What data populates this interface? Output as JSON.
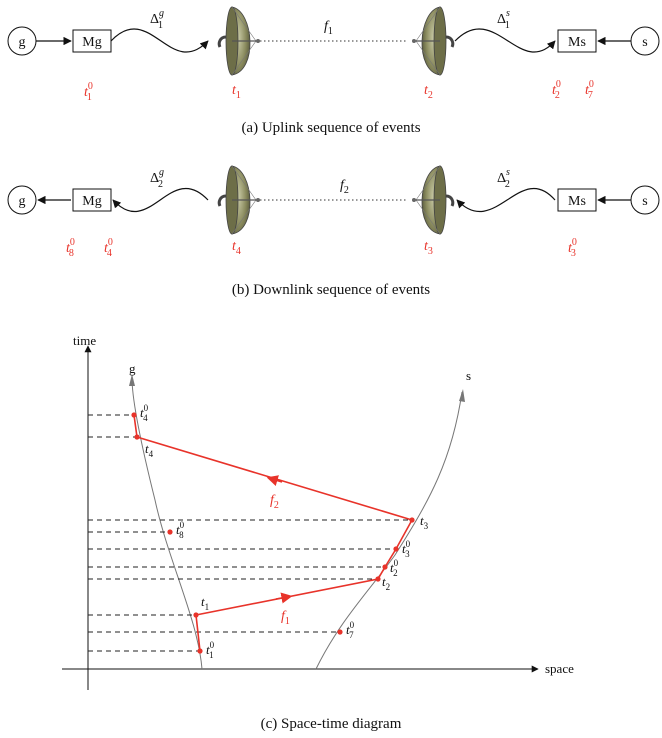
{
  "panels": {
    "uplink": {
      "ground_node": "g",
      "ground_modem": "Mg",
      "sat_node": "s",
      "sat_modem": "Ms",
      "delta_g": "Δ",
      "delta_g_sup": "g",
      "delta_g_sub": "1",
      "delta_s": "Δ",
      "delta_s_sup": "s",
      "delta_s_sub": "1",
      "link": "f",
      "link_sub": "1",
      "t_mod_g": "t",
      "t_mod_g_sup": "0",
      "t_mod_g_sub": "1",
      "t_ant_g": "t",
      "t_ant_g_sub": "1",
      "t_ant_s": "t",
      "t_ant_s_sub": "2",
      "t_mod_s_a": "t",
      "t_mod_s_a_sup": "0",
      "t_mod_s_a_sub": "2",
      "t_mod_s_b": "t",
      "t_mod_s_b_sup": "0",
      "t_mod_s_b_sub": "7",
      "caption": "(a) Uplink sequence of events"
    },
    "downlink": {
      "ground_node": "g",
      "ground_modem": "Mg",
      "sat_node": "s",
      "sat_modem": "Ms",
      "delta_g": "Δ",
      "delta_g_sup": "g",
      "delta_g_sub": "2",
      "delta_s": "Δ",
      "delta_s_sup": "s",
      "delta_s_sub": "2",
      "link": "f",
      "link_sub": "2",
      "t_mod_g_a": "t",
      "t_mod_g_a_sup": "0",
      "t_mod_g_a_sub": "8",
      "t_mod_g_b": "t",
      "t_mod_g_b_sup": "0",
      "t_mod_g_b_sub": "4",
      "t_ant_g": "t",
      "t_ant_g_sub": "4",
      "t_ant_s": "t",
      "t_ant_s_sub": "3",
      "t_mod_s": "t",
      "t_mod_s_sup": "0",
      "t_mod_s_sub": "3",
      "caption": "(b) Downlink sequence of events"
    },
    "spacetime": {
      "axis_time": "time",
      "axis_space": "space",
      "curve_g": "g",
      "curve_s": "s",
      "f1": "f",
      "f1_sub": "1",
      "f2": "f",
      "f2_sub": "2",
      "pts": {
        "t4_0": {
          "b": "t",
          "sup": "0",
          "sub": "4"
        },
        "t4": {
          "b": "t",
          "sub": "4"
        },
        "t3": {
          "b": "t",
          "sub": "3"
        },
        "t8_0": {
          "b": "t",
          "sup": "0",
          "sub": "8"
        },
        "t3_0": {
          "b": "t",
          "sup": "0",
          "sub": "3"
        },
        "t2_0": {
          "b": "t",
          "sup": "0",
          "sub": "2"
        },
        "t2": {
          "b": "t",
          "sub": "2"
        },
        "t1": {
          "b": "t",
          "sub": "1"
        },
        "t7_0": {
          "b": "t",
          "sup": "0",
          "sub": "7"
        },
        "t1_0": {
          "b": "t",
          "sup": "0",
          "sub": "1"
        }
      },
      "caption": "(c) Space-time diagram"
    }
  },
  "colors": {
    "accent": "#e8332a",
    "line": "#111111",
    "dish": "#7e7f55"
  }
}
